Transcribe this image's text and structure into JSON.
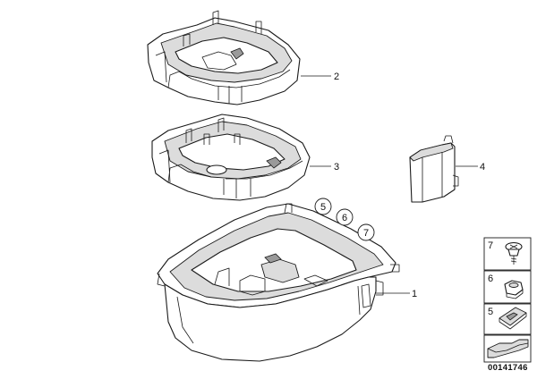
{
  "callouts": {
    "c1": "1",
    "c2": "2",
    "c3": "3",
    "c4": "4",
    "c5": "5",
    "c6": "6",
    "c7": "7"
  },
  "legend": {
    "l7": "7",
    "l6": "6",
    "l5": "5"
  },
  "doc_number": "00141746"
}
